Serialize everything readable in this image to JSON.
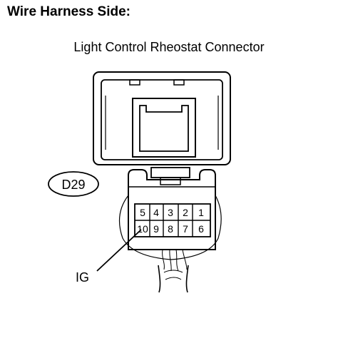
{
  "heading": "Wire Harness Side:",
  "connector_name": "Light Control Rheostat Connector",
  "connector_code": "D29",
  "pins_top_row": [
    "5",
    "4",
    "3",
    "2",
    "1"
  ],
  "pins_bottom_row": [
    "10",
    "9",
    "8",
    "7",
    "6"
  ],
  "terminal_label": "IG"
}
